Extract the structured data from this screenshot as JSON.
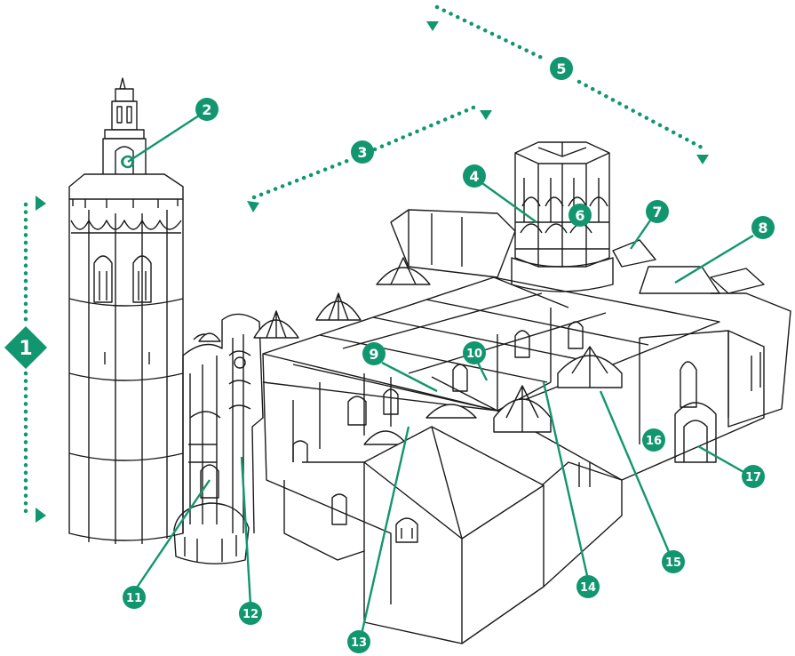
{
  "accent_color": "#12966f",
  "line_color": "#1a1a1a",
  "labels": {
    "l1": "1",
    "l2": "2",
    "l3": "3",
    "l4": "4",
    "l5": "5",
    "l6": "6",
    "l7": "7",
    "l8": "8",
    "l9": "9",
    "l10": "10",
    "l11": "11",
    "l12": "12",
    "l13": "13",
    "l14": "14",
    "l15": "15",
    "l16": "16",
    "l17": "17"
  }
}
